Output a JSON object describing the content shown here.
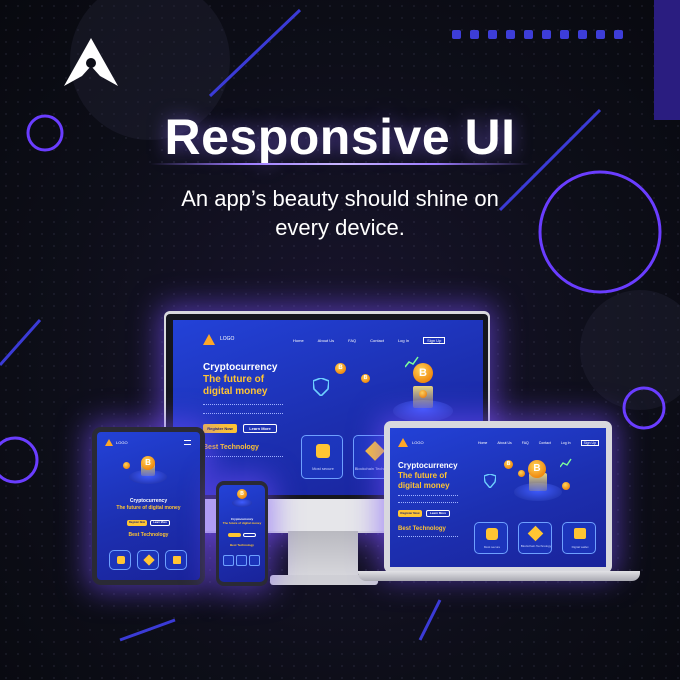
{
  "header": {
    "title": "Responsive UI",
    "subtitle_line1": "An app’s beauty should shine on",
    "subtitle_line2": "every device."
  },
  "colors": {
    "accent_purple": "#9c7bff",
    "screen_blue": "#2342d8",
    "gold": "#ffc533",
    "background": "#0b0c14"
  },
  "icons": [
    "brand-logo-icon",
    "bitcoin-icon",
    "lock-icon",
    "box-icon",
    "wallet-icon",
    "shield-icon",
    "chart-icon"
  ],
  "mockup": {
    "logo": "LOGO",
    "nav": [
      "Home",
      "About Us",
      "FAQ",
      "Contact"
    ],
    "login": "Log In",
    "signup": "Sign Up",
    "heading1": "Cryptocurrency",
    "heading2": "The future of",
    "heading3": "digital money",
    "heading_compact": "The future of digital money",
    "register": "Register Now",
    "learn": "Learn More",
    "section": "Best Technology",
    "cards": [
      "Most secure",
      "Blockchain Technology",
      "Digital wallet"
    ],
    "coin_symbol": "B"
  }
}
